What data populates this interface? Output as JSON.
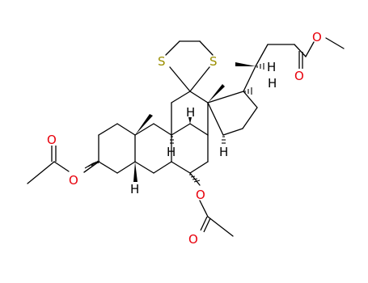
{
  "molecule": {
    "atom_labels": {
      "S": "S",
      "O": "O",
      "H": "H"
    },
    "colors": {
      "bond": "#000000",
      "oxygen": "#e8000b",
      "sulfur": "#9a8e00",
      "hydrogen": "#000000",
      "background": "#ffffff"
    }
  }
}
